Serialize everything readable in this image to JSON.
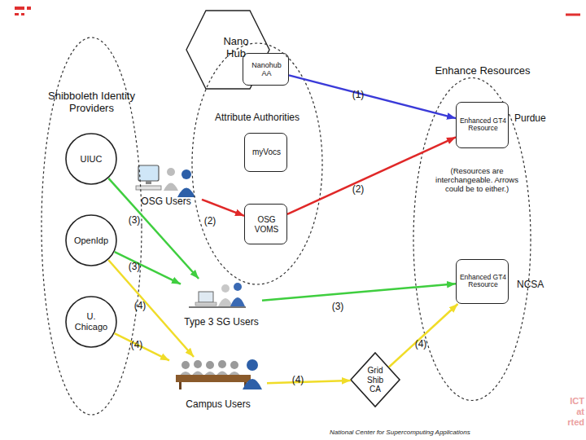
{
  "diagram": {
    "nodes": [
      {
        "text": [
          "Shibboleth Identity Providers"
        ]
      },
      {
        "text": [
          "UIUC"
        ],
        "in": 0
      },
      {
        "text": [
          "OpenIdp"
        ],
        "in": 0
      },
      {
        "text": [
          "U. Chicago"
        ],
        "in": 0
      },
      {
        "text": [
          "Nano Hub"
        ]
      },
      {
        "text": [
          "Nanohub AA"
        ],
        "in": 4
      },
      {
        "text": [
          "Attribute Authorities"
        ]
      },
      {
        "text": [
          "myVocs"
        ],
        "in": 6
      },
      {
        "text": [
          "OSG VOMS"
        ],
        "in": 6
      },
      {
        "text": [
          "Enhance Resources",
          "(Resources are interchangeable. Arrows could be to either.)"
        ]
      },
      {
        "text": [
          "Enhanced GT4 Resource",
          "Purdue"
        ],
        "in": 9
      },
      {
        "text": [
          "Enhanced GT4 Resource",
          "NCSA"
        ],
        "in": 9
      },
      {
        "text": [
          "OSG Users"
        ]
      },
      {
        "text": [
          "Type 3 SG Users"
        ]
      },
      {
        "text": [
          "Campus Users"
        ]
      },
      {
        "text": [
          "Grid Shib CA"
        ]
      }
    ],
    "edges": [
      {
        "from": 5,
        "to": 10,
        "arrow": "to",
        "label": "(1)"
      },
      {
        "from": 12,
        "to": 8,
        "arrow": "to",
        "label": "(2)"
      },
      {
        "from": 8,
        "to": 10,
        "arrow": "to",
        "label": "(2)"
      },
      {
        "from": 1,
        "to": 13,
        "arrow": "to",
        "label": "(3)"
      },
      {
        "from": 2,
        "to": 13,
        "arrow": "to",
        "label": "(3)"
      },
      {
        "from": 13,
        "to": 11,
        "arrow": "to",
        "label": "(3)"
      },
      {
        "from": 2,
        "to": 14,
        "arrow": "to",
        "label": "(4)"
      },
      {
        "from": 3,
        "to": 14,
        "arrow": "to",
        "label": "(4)"
      },
      {
        "from": 14,
        "to": 15,
        "arrow": "to",
        "label": "(4)"
      },
      {
        "from": 15,
        "to": 11,
        "arrow": "to",
        "label": "(4)"
      }
    ],
    "labels": [
      "National Center for Supercomputing Applications",
      "ICT",
      "at",
      "rted"
    ]
  }
}
